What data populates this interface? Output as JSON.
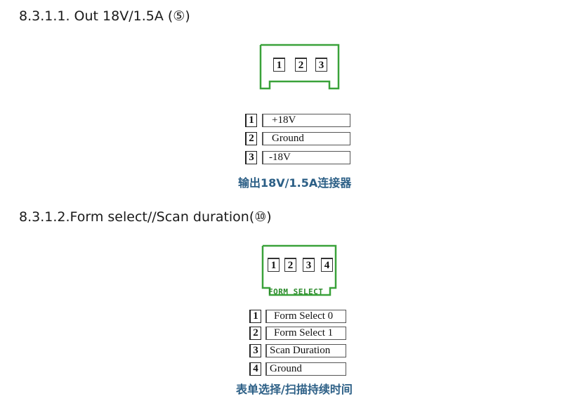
{
  "section1": {
    "heading": "8.3.1.1. Out 18V/1.5A (⑤)",
    "connector_pins": [
      "1",
      "2",
      "3"
    ],
    "rows": [
      {
        "num": "1",
        "label": "+18V"
      },
      {
        "num": "2",
        "label": "Ground"
      },
      {
        "num": "3",
        "label": "-18V"
      }
    ],
    "caption": "输出18V/1.5A连接器"
  },
  "section2": {
    "heading": "8.3.1.2.Form select//Scan duration(⑩)",
    "connector_pins": [
      "1",
      "2",
      "3",
      "4"
    ],
    "connector_label": "FORM SELECT",
    "rows": [
      {
        "num": "1",
        "label": "Form Select 0"
      },
      {
        "num": "2",
        "label": "Form Select 1"
      },
      {
        "num": "3",
        "label": "Scan Duration"
      },
      {
        "num": "4",
        "label": "Ground"
      }
    ],
    "caption": "表单选择/扫描持续时间"
  },
  "colors": {
    "connector_outline": "#3aa23a",
    "caption": "#2c5f86"
  }
}
